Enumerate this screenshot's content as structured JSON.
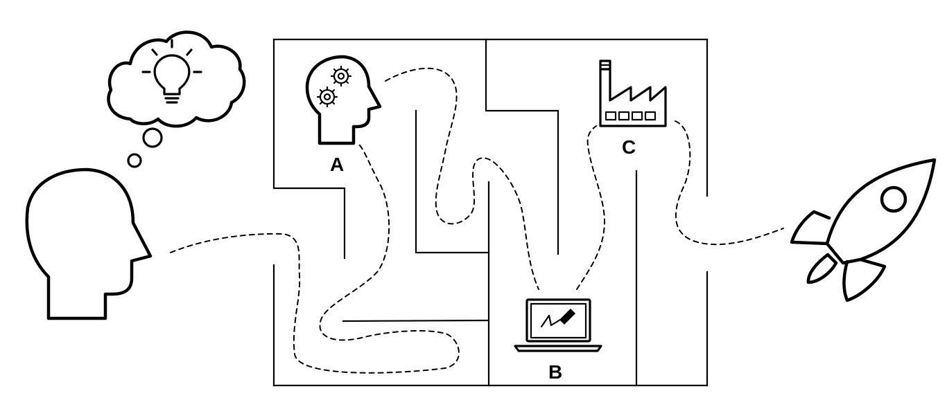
{
  "labels": {
    "a": "A",
    "b": "B",
    "c": "C"
  },
  "icons": [
    "thinking-head-icon",
    "thought-cloud-icon",
    "lightbulb-icon",
    "head-gears-icon",
    "laptop-icon",
    "factory-icon",
    "rocket-icon"
  ],
  "colors": {
    "stroke": "#000000",
    "background": "#ffffff"
  }
}
